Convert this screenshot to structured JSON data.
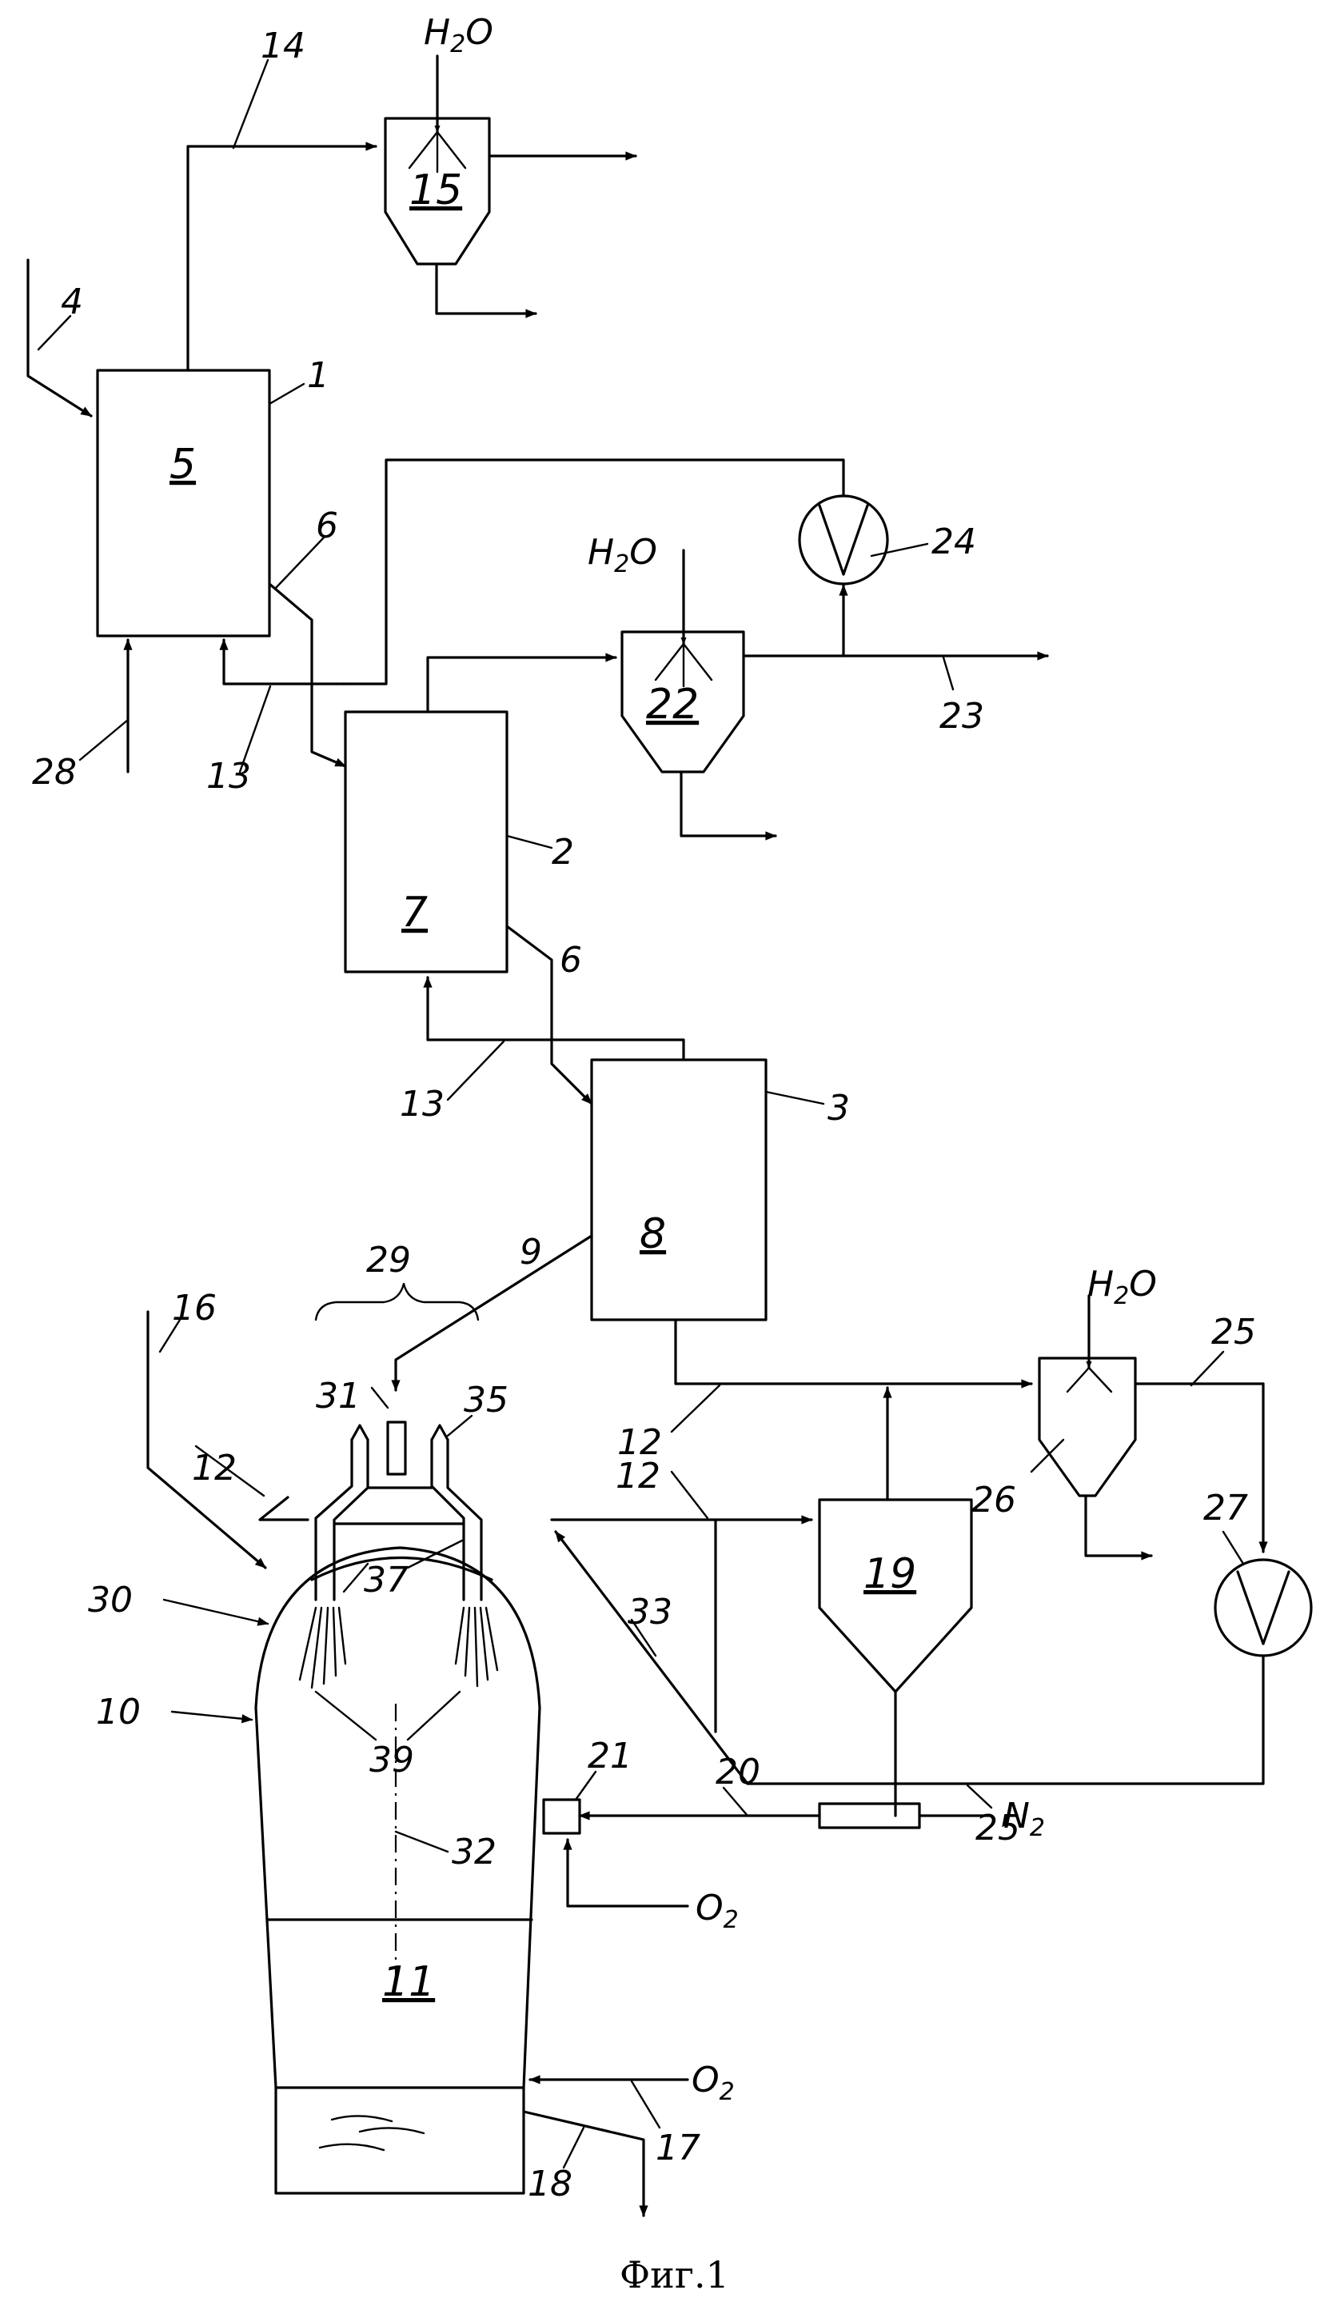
{
  "chemicals": {
    "water": "H2O",
    "nitrogen": "N2",
    "oxygen": "O2"
  },
  "units": {
    "u5": "5",
    "u7": "7",
    "u8": "8",
    "u15": "15",
    "u22": "22",
    "u19": "19",
    "u11": "11"
  },
  "references": {
    "r1": "1",
    "r2": "2",
    "r3": "3",
    "r4": "4",
    "r6": "6",
    "r9": "9",
    "r10": "10",
    "r12": "12",
    "r13": "13",
    "r14": "14",
    "r16": "16",
    "r17": "17",
    "r18": "18",
    "r20": "20",
    "r21": "21",
    "r23": "23",
    "r24": "24",
    "r25": "25",
    "r26": "26",
    "r27": "27",
    "r28": "28",
    "r29": "29",
    "r30": "30",
    "r31": "31",
    "r32": "32",
    "r33": "33",
    "r35": "35",
    "r37": "37",
    "r39": "39"
  },
  "caption": "Фиг.1"
}
